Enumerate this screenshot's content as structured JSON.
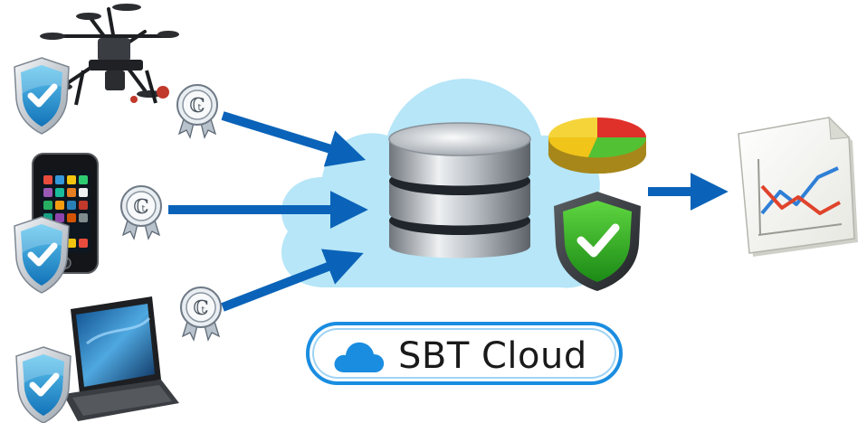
{
  "brand": {
    "label": "SBT Cloud",
    "accent_color": "#1a8de0"
  },
  "diagram": {
    "sources": [
      {
        "name": "drone",
        "icon": "drone-icon",
        "badge": "shield-check-icon",
        "certificate": "certificate-ribbon-icon"
      },
      {
        "name": "smartphone",
        "icon": "smartphone-icon",
        "badge": "shield-check-icon",
        "certificate": "certificate-ribbon-icon"
      },
      {
        "name": "laptop",
        "icon": "laptop-icon",
        "badge": "shield-check-icon",
        "certificate": "certificate-ribbon-icon"
      }
    ],
    "hub": {
      "icons": [
        "cloud-icon",
        "database-icon",
        "pie-chart-icon",
        "security-shield-icon"
      ]
    },
    "output": {
      "icon": "report-chart-icon"
    },
    "arrow_color": "#0a63b8"
  }
}
